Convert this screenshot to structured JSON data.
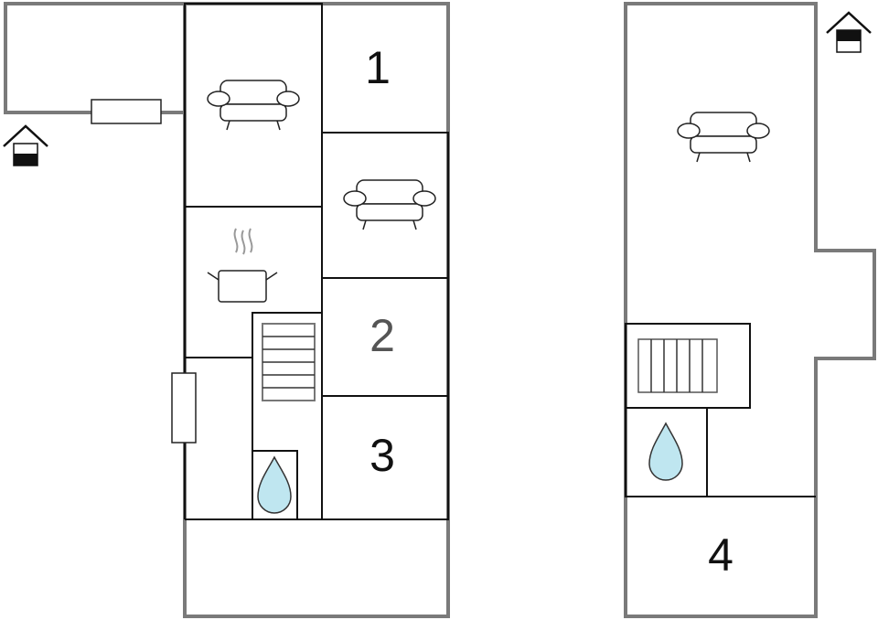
{
  "plan": {
    "room_labels": [
      "1",
      "2",
      "3",
      "4"
    ],
    "icons": [
      "house-entrance-icon",
      "sofa-icon",
      "kitchen-pot-icon",
      "stairs-icon",
      "water-drop-icon",
      "window-icon"
    ]
  },
  "colors": {
    "outer_wall": "#7a7a7a",
    "inner_wall": "#111111",
    "water": "#bfe6f0",
    "pot_steam": "#999999",
    "stairs_outline": "#777777"
  }
}
